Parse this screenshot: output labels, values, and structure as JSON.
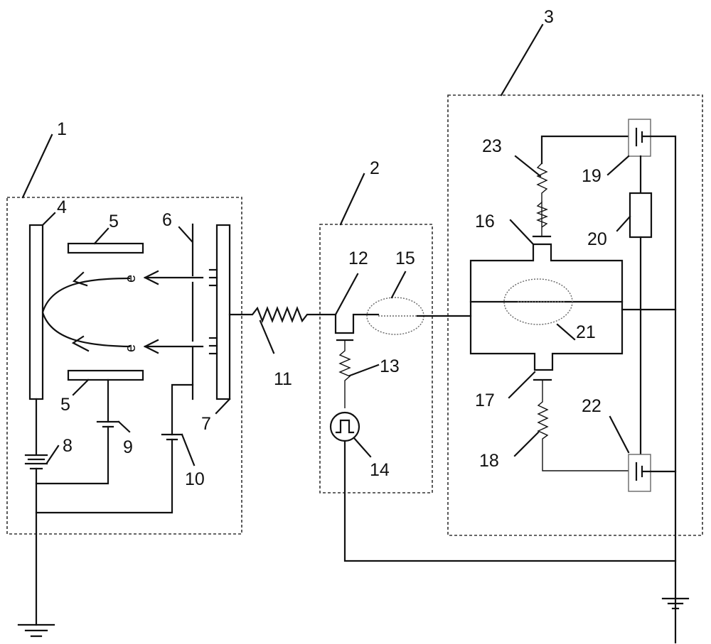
{
  "diagram": {
    "type": "circuit schematic",
    "modules": [
      {
        "id": "1",
        "label": "1"
      },
      {
        "id": "2",
        "label": "2"
      },
      {
        "id": "3",
        "label": "3"
      }
    ],
    "labels": {
      "l4": "4",
      "l5a": "5",
      "l5b": "5",
      "l6": "6",
      "l7": "7",
      "l8": "8",
      "l9": "9",
      "l10": "10",
      "l11": "11",
      "l12": "12",
      "l13": "13",
      "l14": "14",
      "l15": "15",
      "l16": "16",
      "l17": "17",
      "l18": "18",
      "l19": "19",
      "l20": "20",
      "l21": "21",
      "l22": "22",
      "l23": "23"
    },
    "electron_symbol": "e"
  }
}
